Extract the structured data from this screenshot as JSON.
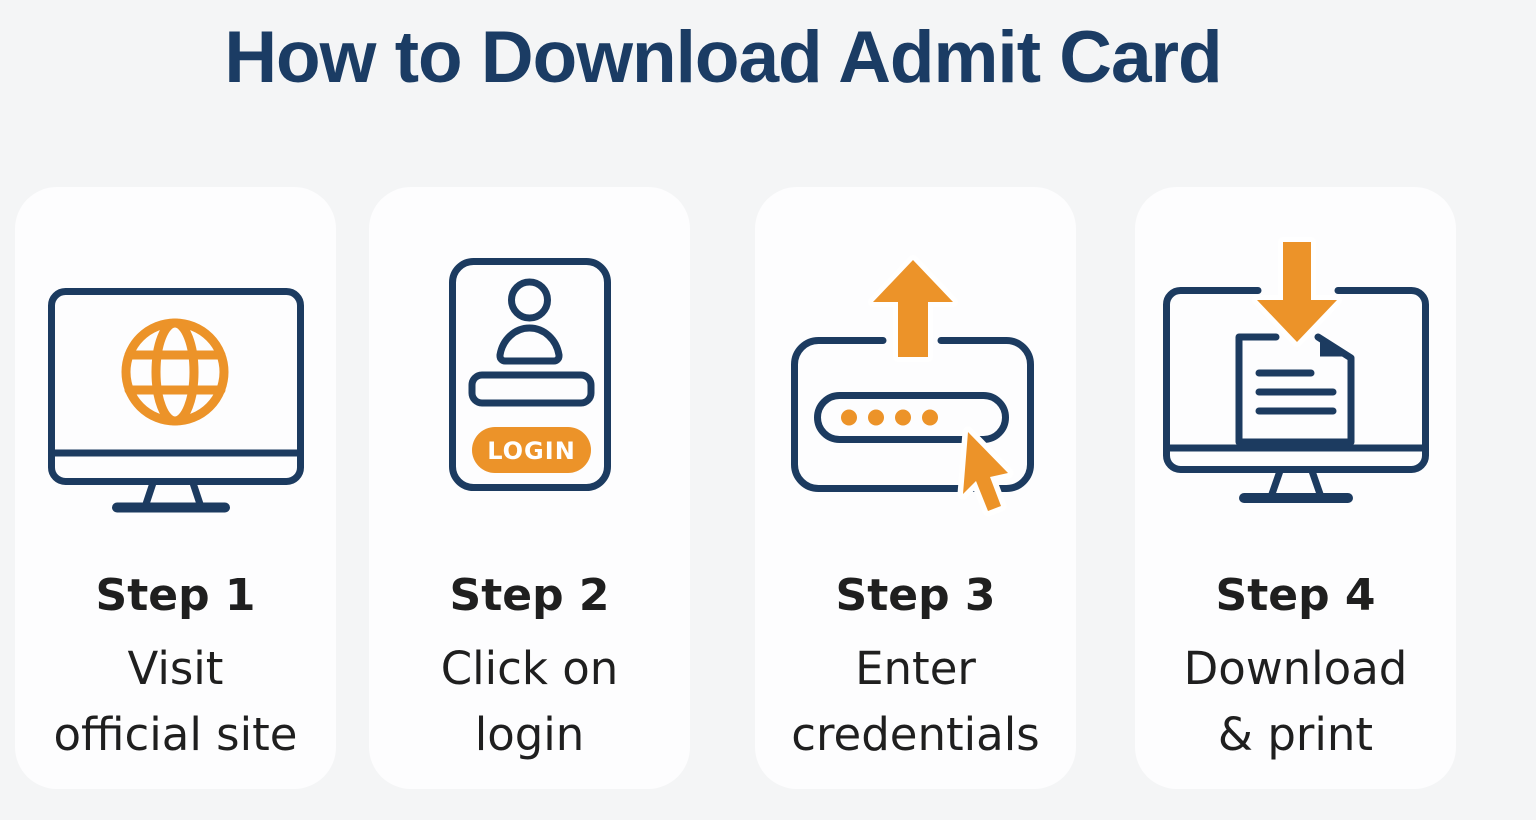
{
  "title": "How to Download Admit Card",
  "colors": {
    "title_navy": "#1b3c64",
    "icon_navy": "#1c3b60",
    "accent_orange": "#ec9329",
    "card_background": "#fdfdfe",
    "page_background": "#f4f5f6",
    "text_dark": "#1f1f1f"
  },
  "steps": [
    {
      "label": "Step 1",
      "desc_line1": "Visit",
      "desc_line2": "official site",
      "icon": "monitor-globe-icon"
    },
    {
      "label": "Step 2",
      "desc_line1": "Click on",
      "desc_line2": "login",
      "icon": "login-card-icon",
      "login_label": "LOGIN"
    },
    {
      "label": "Step 3",
      "desc_line1": "Enter",
      "desc_line2": "credentials",
      "icon": "password-upload-icon"
    },
    {
      "label": "Step 4",
      "desc_line1": "Download",
      "desc_line2": "& print",
      "icon": "monitor-document-download-icon"
    }
  ]
}
